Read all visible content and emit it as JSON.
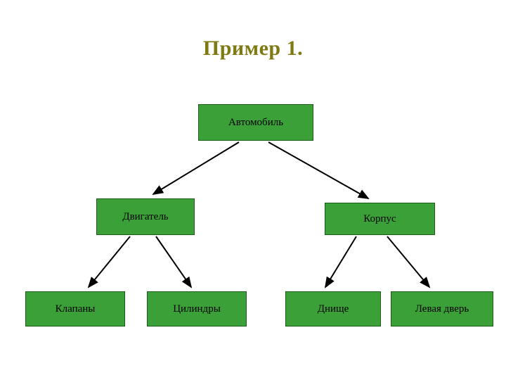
{
  "slide": {
    "title": "Пример 1.",
    "title_color": "#7e7a11",
    "background_color": "#ffffff",
    "node_fill_color": "#3aa037",
    "node_border_color": "#1d5c1b",
    "edge_color": "#000000"
  },
  "diagram": {
    "type": "tree",
    "nodes": [
      {
        "id": "auto",
        "label": "Автомобиль"
      },
      {
        "id": "engine",
        "label": "Двигатель"
      },
      {
        "id": "body",
        "label": "Корпус"
      },
      {
        "id": "valves",
        "label": "Клапаны"
      },
      {
        "id": "cyl",
        "label": "Цилиндры"
      },
      {
        "id": "bottom",
        "label": "Днище"
      },
      {
        "id": "door",
        "label": "Левая дверь"
      }
    ],
    "edges": [
      {
        "from": "auto",
        "to": "engine"
      },
      {
        "from": "auto",
        "to": "body"
      },
      {
        "from": "engine",
        "to": "valves"
      },
      {
        "from": "engine",
        "to": "cyl"
      },
      {
        "from": "body",
        "to": "bottom"
      },
      {
        "from": "body",
        "to": "door"
      }
    ]
  }
}
